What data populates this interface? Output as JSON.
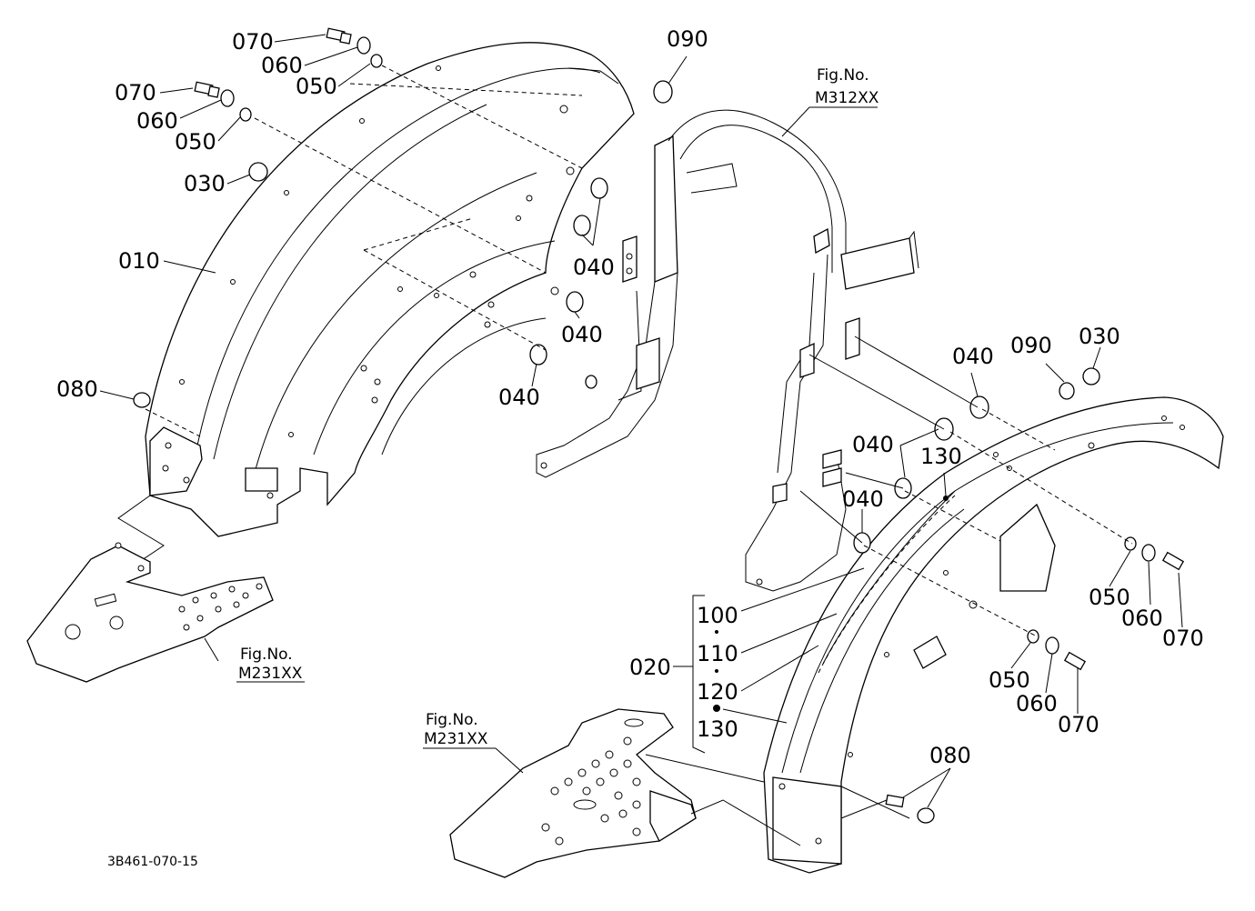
{
  "diagram": {
    "drawing_code": "3B461-070-15",
    "figure_refs": {
      "rops": {
        "line1": "Fig.No.",
        "line2": "M312XX"
      },
      "floor_left": {
        "line1": "Fig.No.",
        "line2": "M231XX"
      },
      "floor_right": {
        "line1": "Fig.No.",
        "line2": "M231XX"
      }
    },
    "labels": {
      "l010": "010",
      "l020": "020",
      "l030_left": "030",
      "l030_right": "030",
      "l040_a": "040",
      "l040_b": "040",
      "l040_c": "040",
      "l040_d": "040",
      "l040_e": "040",
      "l040_f": "040",
      "l050_lt": "050",
      "l050_lb": "050",
      "l050_rt": "050",
      "l050_rb": "050",
      "l060_lt": "060",
      "l060_lb": "060",
      "l060_rt": "060",
      "l060_rb": "060",
      "l070_lt": "070",
      "l070_lb": "070",
      "l070_rt": "070",
      "l070_rb": "070",
      "l080_left": "080",
      "l080_right": "080",
      "l090_left": "090",
      "l090_right": "090",
      "l100": "100",
      "l110": "110",
      "l120": "120",
      "l130_list": "130",
      "l130_right": "130"
    }
  }
}
